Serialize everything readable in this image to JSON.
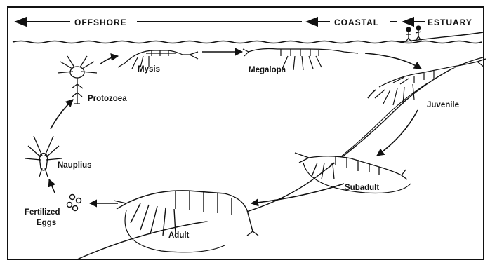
{
  "zones": {
    "offshore": "OFFSHORE",
    "coastal": "COASTAL",
    "estuary": "ESTUARY"
  },
  "stages": {
    "fertilized_eggs_line1": "Fertilized",
    "fertilized_eggs_line2": "Eggs",
    "nauplius": "Nauplius",
    "protozoea": "Protozoea",
    "mysis": "Mysis",
    "megalopa": "Megalopa",
    "juvenile": "Juvenile",
    "subadult": "Subadult",
    "adult": "Adult"
  }
}
